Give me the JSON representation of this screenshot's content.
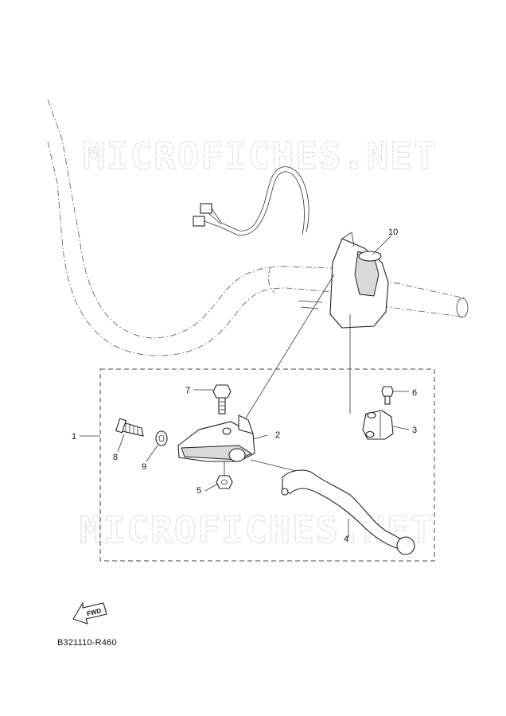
{
  "watermarks": [
    "MICROFICHES.NET",
    "MICROFICHES.NET"
  ],
  "callouts": {
    "c1": "1",
    "c2": "2",
    "c3": "3",
    "c4": "4",
    "c5": "5",
    "c6": "6",
    "c7": "7",
    "c8": "8",
    "c9": "9",
    "c10": "10"
  },
  "fwd_label": "FWD",
  "diagram_code": "B321110-R460"
}
